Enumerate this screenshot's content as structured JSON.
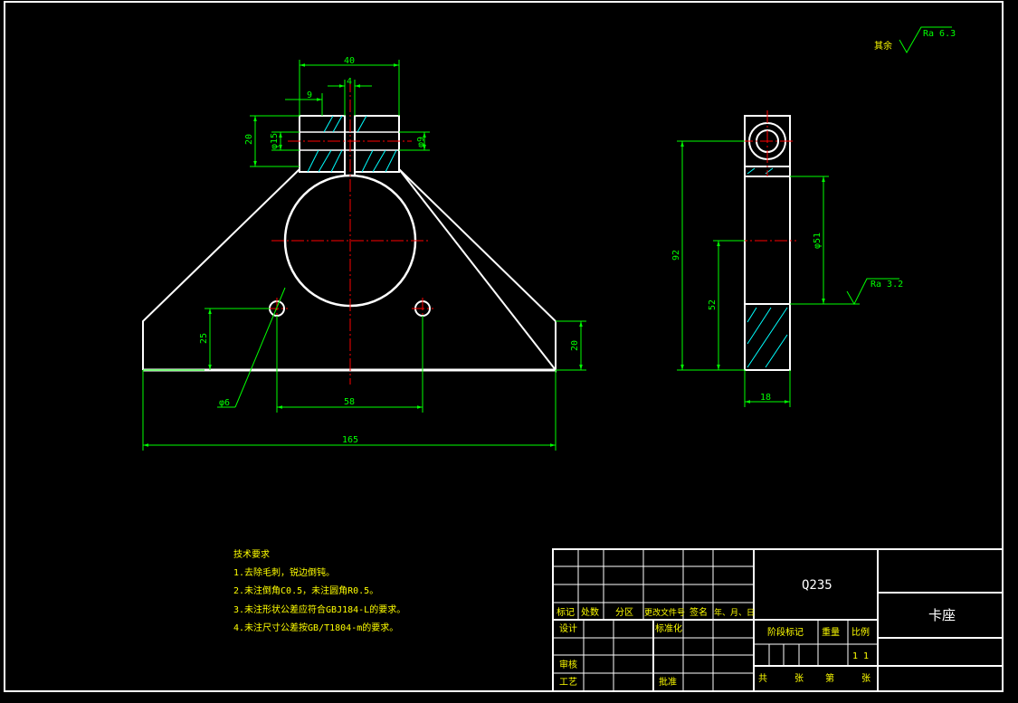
{
  "colors": {
    "background": "#000000",
    "outline": "#ffffff",
    "dimension": "#00ff00",
    "centerline": "#ff0000",
    "hatch": "#00ffff",
    "text_yellow": "#ffff00"
  },
  "roughness": {
    "general_label": "其余",
    "general_value": "Ra 6.3",
    "surface_value": "Ra 3.2"
  },
  "front_view_dims": {
    "width_40": "40",
    "slot_4": "4",
    "offset_9": "9",
    "height_20": "20",
    "dia_15": "φ15",
    "dia_9": "φ9",
    "height_25": "25",
    "dia_6": "φ6",
    "base_20": "20",
    "span_58": "58",
    "total_165": "165"
  },
  "side_view_dims": {
    "height_92": "92",
    "height_52": "52",
    "dia_51": "φ51",
    "width_18": "18"
  },
  "tech_requirements": {
    "title": "技术要求",
    "items": [
      "1.去除毛刺，锐边倒钝。",
      "2.未注倒角C0.5，未注圆角R0.5。",
      "3.未注形状公差应符合GBJ184-L的要求。",
      "4.未注尺寸公差按GB/T1804-m的要求。"
    ]
  },
  "title_block": {
    "material": "Q235",
    "part_name": "卡座",
    "headers": [
      "标记",
      "处数",
      "分区",
      "更改文件号",
      "签名",
      "年、月、日"
    ],
    "design": "设计",
    "standardize": "标准化",
    "review": "审核",
    "process": "工艺",
    "approve": "批准",
    "stage_mark": "阶段标记",
    "weight": "重量",
    "scale": "比例",
    "scale_value": "1 1",
    "total_sheets": "共",
    "sheets": "张",
    "sheet_no": "第",
    "sheet_suffix": "张"
  }
}
